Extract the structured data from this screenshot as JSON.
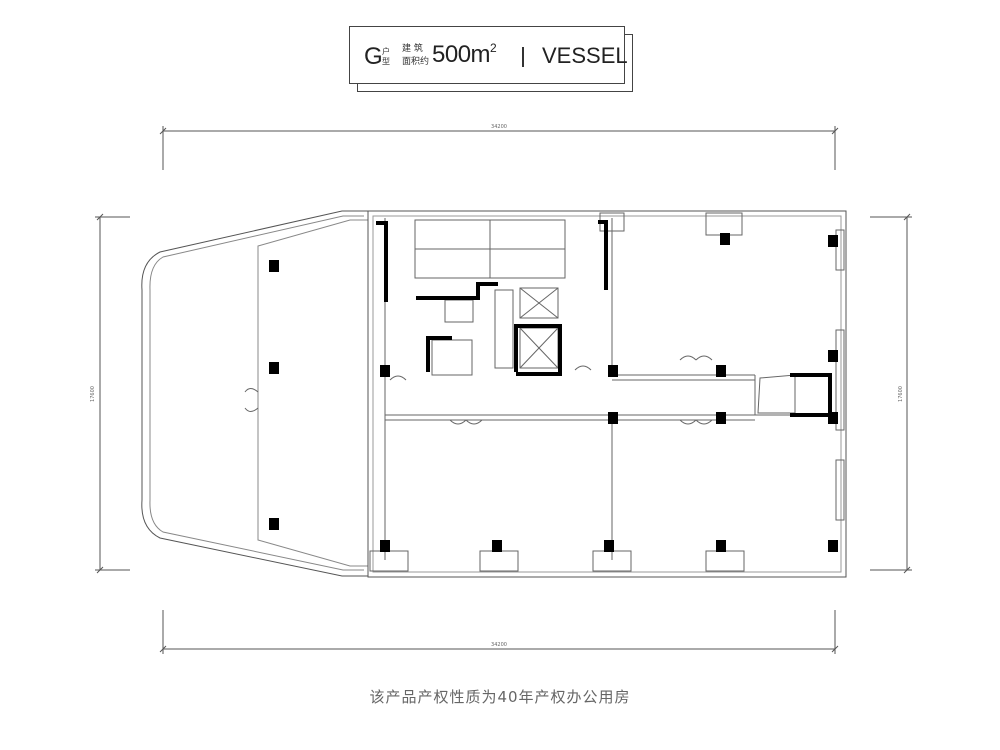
{
  "title": {
    "unit_type": "G",
    "type_suffix": "户型",
    "label_line1": "建 筑",
    "label_line2": "面积约",
    "area_value": "500m",
    "area_sup": "2",
    "project_name": "VESSEL"
  },
  "dimensions": {
    "top_width": "34200",
    "bottom_width": "34200",
    "left_height": "17600",
    "right_height": "17600"
  },
  "footer_note": "该产品产权性质为40年产权办公用房",
  "colors": {
    "line": "#555555",
    "wall": "#000000",
    "light_line": "#aaaaaa",
    "footer_text": "#666666"
  }
}
